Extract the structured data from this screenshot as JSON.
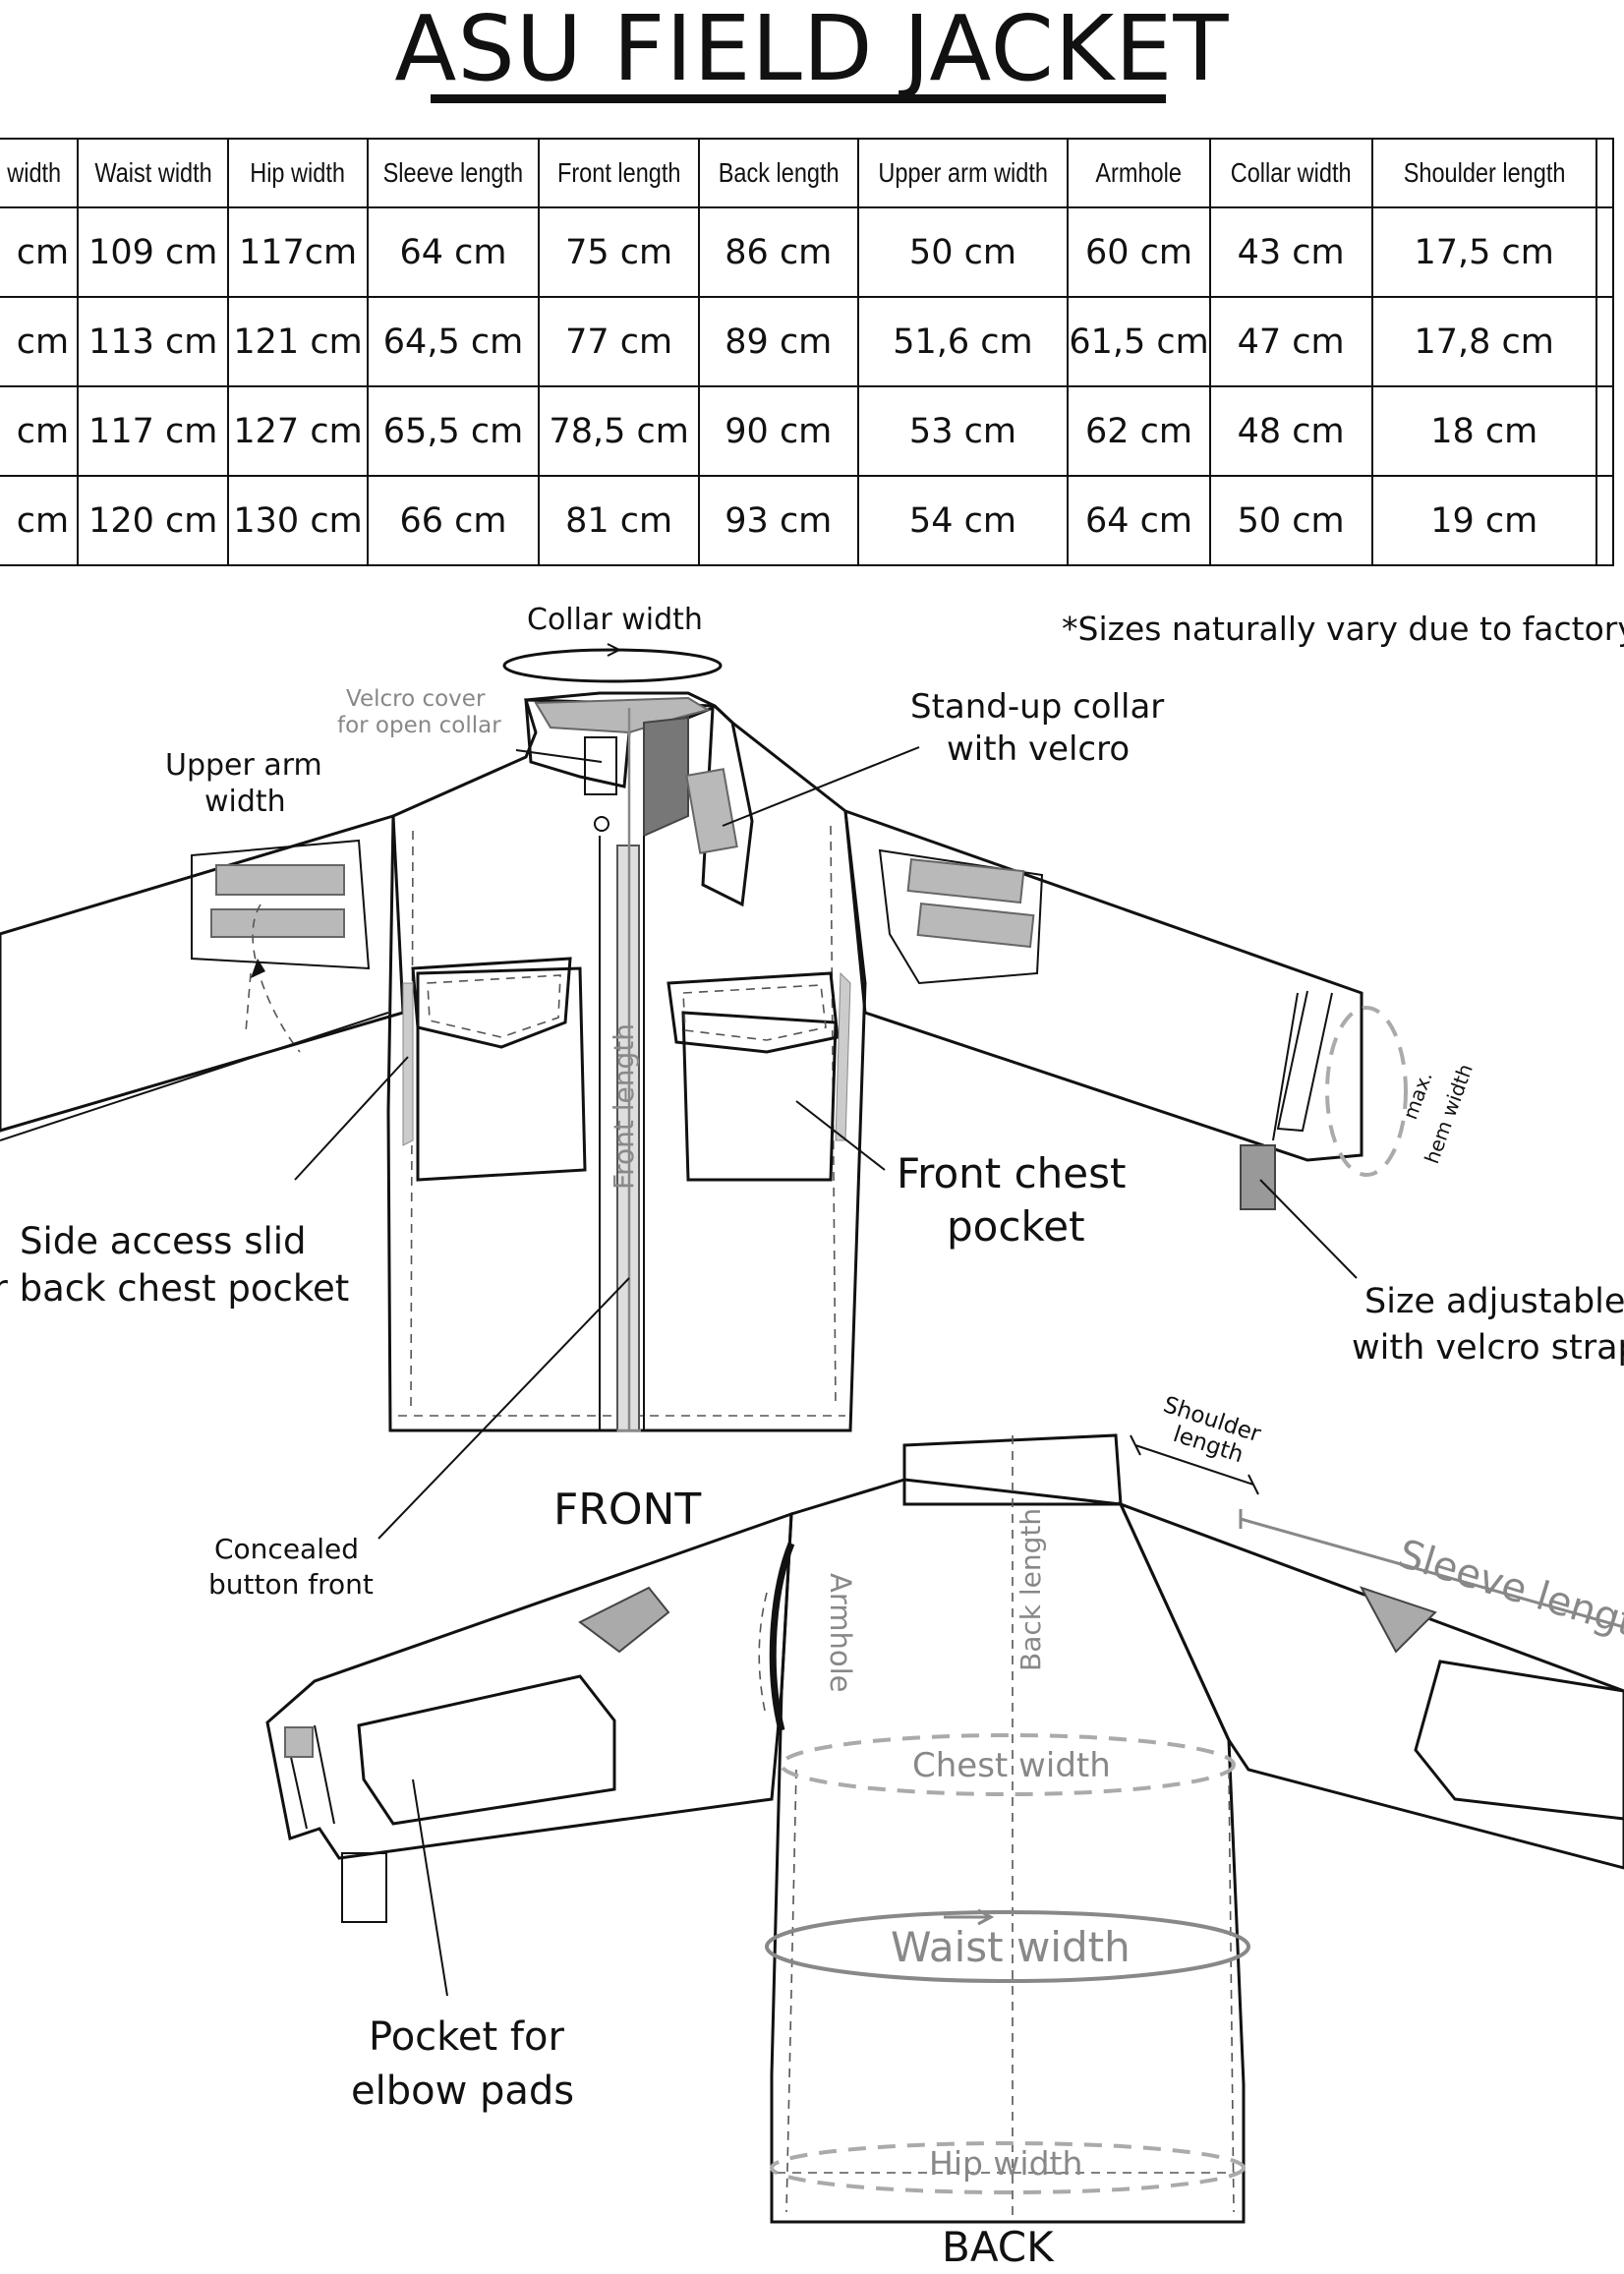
{
  "title": "ASU FIELD JACKET",
  "table": {
    "headers": [
      "width",
      "Waist width",
      "Hip width",
      "Sleeve length",
      "Front length",
      "Back length",
      "Upper arm width",
      "Armhole",
      "Collar width",
      "Shoulder length"
    ],
    "rows": [
      [
        "cm",
        "109 cm",
        "117cm",
        "64 cm",
        "75 cm",
        "86 cm",
        "50 cm",
        "60 cm",
        "43 cm",
        "17,5 cm"
      ],
      [
        "cm",
        "113 cm",
        "121 cm",
        "64,5 cm",
        "77 cm",
        "89 cm",
        "51,6 cm",
        "61,5 cm",
        "47 cm",
        "17,8 cm"
      ],
      [
        "cm",
        "117 cm",
        "127 cm",
        "65,5 cm",
        "78,5 cm",
        "90 cm",
        "53 cm",
        "62 cm",
        "48 cm",
        "18 cm"
      ],
      [
        "cm",
        "120 cm",
        "130 cm",
        "66 cm",
        "81 cm",
        "93 cm",
        "54 cm",
        "64 cm",
        "50 cm",
        "19 cm"
      ]
    ]
  },
  "note": "*Sizes naturally vary due to factory",
  "labels": {
    "collar_width": "Collar width",
    "velcro_cover_1": "Velcro cover",
    "velcro_cover_2": "for open collar",
    "standup_1": "Stand-up collar",
    "standup_2": "with velcro",
    "upper_arm_1": "Upper arm",
    "upper_arm_2": "width",
    "front_length": "Front length",
    "front_chest_1": "Front chest",
    "front_chest_2": "pocket",
    "max_hem_1": "max.",
    "max_hem_2": "hem width",
    "side_access_1": "Side access slid",
    "side_access_2": "or back chest pocket",
    "size_adj_1": "Size adjustable",
    "size_adj_2": "with velcro strap",
    "front": "FRONT",
    "concealed_1": "Concealed",
    "concealed_2": "button front",
    "shoulder_1": "Shoulder",
    "shoulder_2": "length",
    "sleeve_length": "Sleeve length",
    "armhole": "Armhole",
    "back_length": "Back length",
    "chest_width": "Chest width",
    "waist_width": "Waist width",
    "hip_width": "Hip width",
    "elbow_1": "Pocket for",
    "elbow_2": "elbow pads",
    "back": "BACK"
  }
}
